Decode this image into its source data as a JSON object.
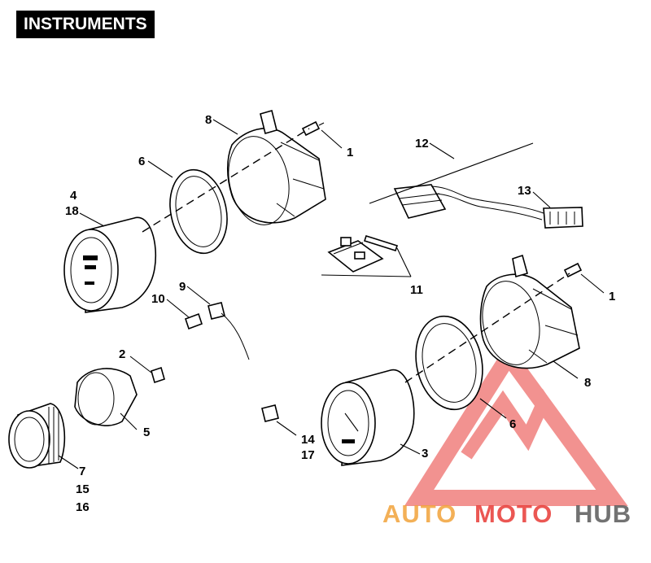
{
  "title": "INSTRUMENTS",
  "callouts": {
    "c1a": "1",
    "c1b": "1",
    "c2": "2",
    "c3": "3",
    "c4": "4",
    "c18": "18",
    "c5": "5",
    "c6a": "6",
    "c6b": "6",
    "c7": "7",
    "c15": "15",
    "c16": "16",
    "c8a": "8",
    "c8b": "8",
    "c9": "9",
    "c10": "10",
    "c11": "11",
    "c12": "12",
    "c13": "13",
    "c14": "14",
    "c17": "17"
  },
  "watermark": {
    "brand_left": "AUTO",
    "brand_mid": "MOTO",
    "brand_right": "HUB",
    "color_main": "#e83a36",
    "color_accent": "#f2a33a",
    "color_dark": "#5a5a5a"
  }
}
